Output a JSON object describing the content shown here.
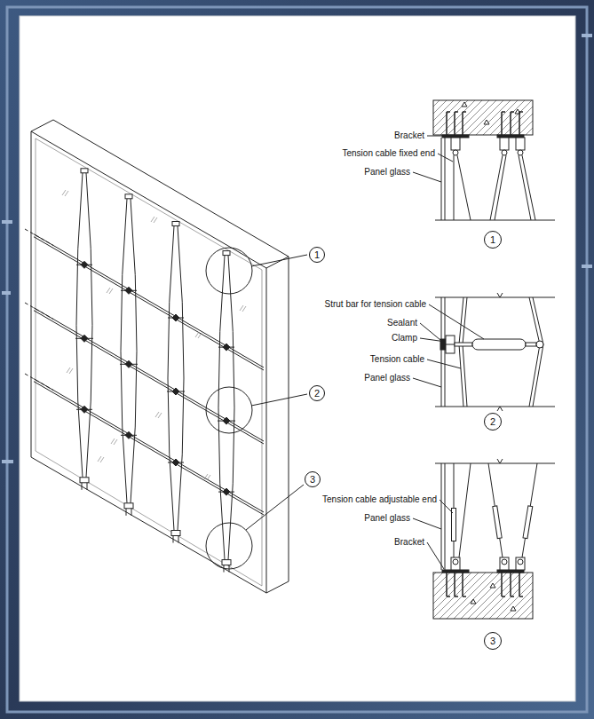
{
  "diagram": {
    "nodes": [
      {
        "text": [
          "1"
        ]
      },
      {
        "text": [
          "1"
        ]
      },
      {
        "text": [
          "2"
        ]
      },
      {
        "text": [
          "2"
        ]
      },
      {
        "text": [
          "3"
        ]
      },
      {
        "text": [
          "3"
        ]
      }
    ],
    "labels": [
      "Bracket",
      "Tension cable fixed end",
      "Panel glass",
      "Strut bar for tension cable",
      "Sealant",
      "Clamp",
      "Tension cable",
      "Panel glass",
      "Tension cable adjustable end",
      "Panel glass",
      "Bracket"
    ]
  }
}
